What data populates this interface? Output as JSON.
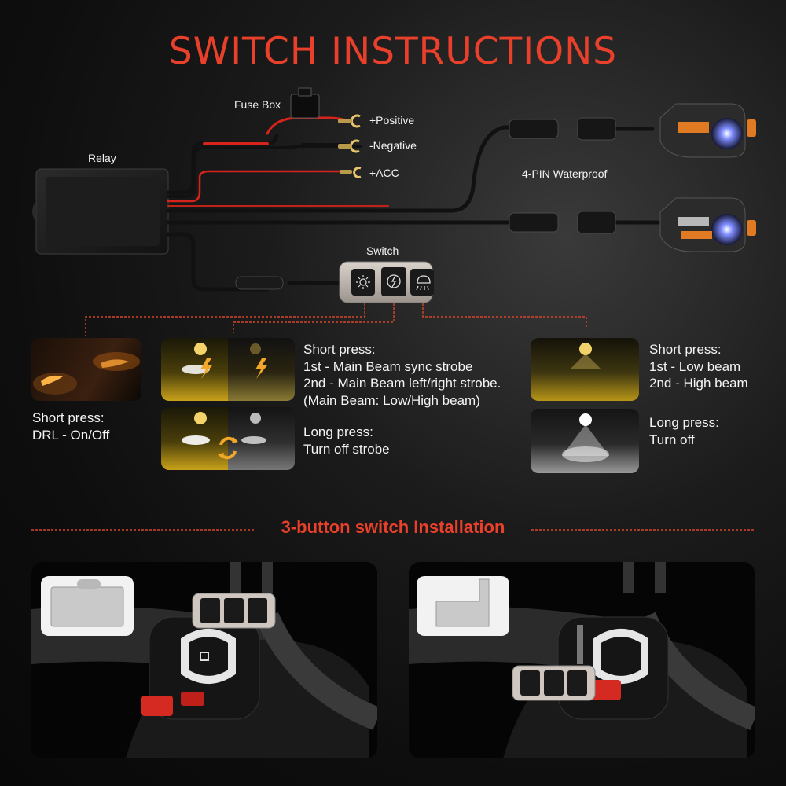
{
  "header": {
    "title": "SWITCH INSTRUCTIONS"
  },
  "wiring": {
    "fuse_box": "Fuse Box",
    "relay": "Relay",
    "positive": "+Positive",
    "negative": "-Negative",
    "acc": "+ACC",
    "waterproof": "4-PIN Waterproof",
    "switch": "Switch"
  },
  "functions": {
    "drl": {
      "lines": [
        "Short press:",
        "DRL - On/Off"
      ]
    },
    "strobe_short": {
      "lines": [
        "Short press:",
        "1st - Main Beam sync strobe",
        "2nd - Main Beam left/right strobe.",
        "(Main Beam: Low/High beam)"
      ]
    },
    "strobe_long": {
      "lines": [
        "Long press:",
        "Turn off strobe"
      ]
    },
    "beam_short": {
      "lines": [
        "Short press:",
        "1st - Low beam",
        "2nd - High beam"
      ]
    },
    "beam_long": {
      "lines": [
        "Long press:",
        "Turn off"
      ]
    }
  },
  "installation": {
    "title": "3-button switch Installation"
  },
  "colors": {
    "accent": "#e8402a",
    "beam_yellow": "#c9a21a",
    "wire_red": "#d6241d"
  },
  "icons": [
    "sun-icon",
    "strobe-icon",
    "beam-icon",
    "lightning-icon",
    "cycle-arrows-icon",
    "headlight-icon"
  ]
}
